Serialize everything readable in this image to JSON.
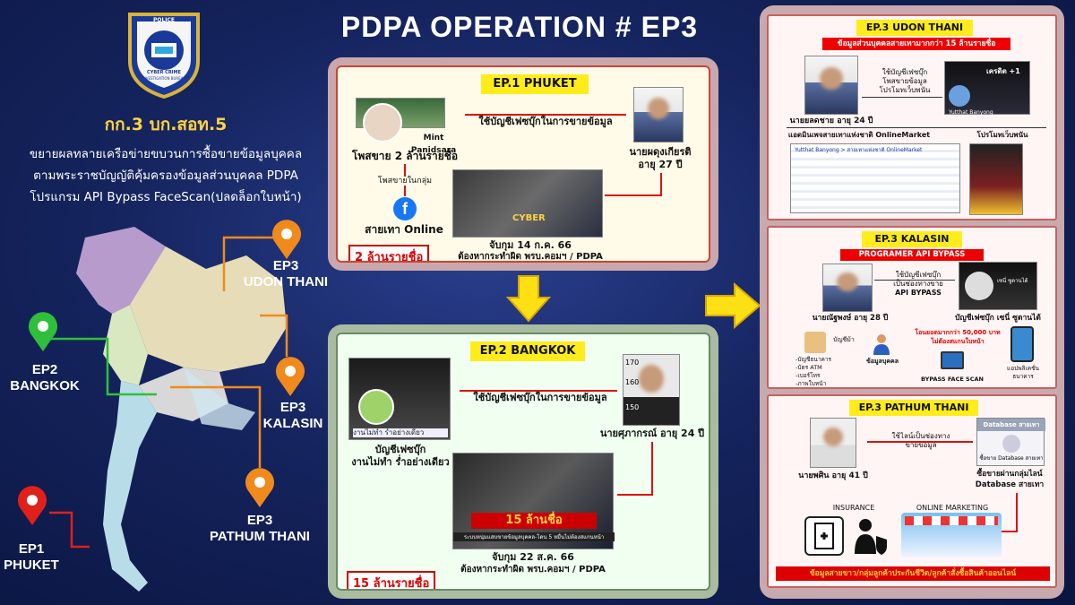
{
  "title": "PDPA OPERATION # EP3",
  "logo": {
    "text_top": "POLICE",
    "text_mid": "CYBER CRIME",
    "text_bot": "INVESTIGATION BUREAU"
  },
  "unit": "กก.3 บก.สอท.5",
  "description": [
    "ขยายผลทลายเครือข่ายขบวนการซื้อขายข้อมูลบุคคล",
    "ตามพระราชบัญญัติคุ้มครองข้อมูลส่วนบุคคล  PDPA",
    "โปรแกรม API Bypass FaceScan(ปลดล็อกใบหน้า)"
  ],
  "map_pins": {
    "ep3_udon": {
      "line1": "EP3",
      "line2": "UDON THANI",
      "color": "#f08a1c"
    },
    "ep2_bkk": {
      "line1": "EP2",
      "line2": "BANGKOK",
      "color": "#2fbf3a"
    },
    "ep3_kalasin": {
      "line1": "EP3",
      "line2": "KALASIN",
      "color": "#f08a1c"
    },
    "ep3_pathum": {
      "line1": "EP3",
      "line2": "PATHUM THANI",
      "color": "#f08a1c"
    },
    "ep1_phuket": {
      "line1": "EP1",
      "line2": "PHUKET",
      "color": "#e0201a"
    }
  },
  "ep1": {
    "heading": "EP.1  PHUKET",
    "victim_name": "Mint Panidsara",
    "posts": "โพสขาย 2 ล้านรายชื่อ",
    "group_post": "โพสขายในกลุ่ม",
    "channel": "สายเทา Online",
    "arrow_text": "ใช้บัญชีเฟซบุ๊กในการขายข้อมูล",
    "suspect_name": "นายผดุงเกียรติ",
    "suspect_age": "อายุ 27 ปี",
    "arrest_date": "จับกุม 14 ก.ค. 66",
    "charge": "ต้องหากระทำผิด พรบ.คอมฯ / PDPA",
    "count_tag": "2 ล้านรายชื่อ",
    "cyber_label": "CYBER"
  },
  "ep2": {
    "heading": "EP.2  BANGKOK",
    "arrow_text": "ใช้บัญชีเฟซบุ๊กในการขายข้อมูล",
    "page_caption": "งานไม่ทำ ร่ำอย่างเดียว",
    "account_line1": "บัญชีเฟซบุ๊ก",
    "account_line2": "งานไม่ทำ ร่ำอย่างเดียว",
    "suspect": "นายศุภากรณ์  อายุ 24 ปี",
    "banner": "15 ล้านชื่อ",
    "banner_sub": "ระบบหนุ่มแสบขายข้อมูลบุคคล-โดน 5 หมื่นไม่ต้องสแกนหน้า",
    "arrest_date": "จับกุม 22 ส.ค. 66",
    "charge": "ต้องหากระทำผิด พรบ.คอมฯ / PDPA",
    "count_tag": "15 ล้านรายชื่อ",
    "ruler_top": "170",
    "ruler_mid": "160",
    "ruler_bot": "150"
  },
  "ep3_udon": {
    "heading": "EP.3 UDON THANI",
    "banner": "ข้อมูลส่วนบุคคลสายเทามากกว่า 15 ล้านรายชื่อ",
    "arrow_text1": "ใช้บัญชีเฟซบุ๊ก",
    "arrow_text2": "โพสขายข้อมูล",
    "arrow_text3": "โปรโมทเว็บพนัน",
    "suspect": "นายยลดชาย  อายุ 24 ปี",
    "fb_name": "Yutthat Banyong",
    "credit_text": "เครดิต +1",
    "sub_left": "แอดมินเพจสายเทาแห่งชาติ OnlineMarket",
    "sub_right": "โปรโมทเว็บพนัน",
    "post_title": "Yutthat Banyong > สายเทาแห่งชาติ OnlineMarket"
  },
  "ep3_kalasin": {
    "heading": "EP.3 KALASIN",
    "banner": "PROGRAMER API BYPASS",
    "arrow_text1": "ใช้บัญชีเฟซบุ๊ก",
    "arrow_text2": "เป็นช่องทางขาย",
    "arrow_text3": "API BYPASS",
    "suspect": "นายณัฐพงษ์ อายุ 28 ปี",
    "account": "บัญชีเฟซบุ๊ก เซนี่ ซูดานได้",
    "account_short": "เซนี่ ซูดานได้",
    "list_label": "บัญชีม้า",
    "list1": "-บัญชีธนาคาร",
    "list2": "-บัตร ATM",
    "list3": "-เบอร์โทร",
    "list4": "-ภาพใบหน้า",
    "data_label": "ข้อมูลบุคคล",
    "transfer_red1": "โอนยอดมากกว่า 50,000 บาท",
    "transfer_red2": "ไม่ต้องสแกนใบหน้า",
    "facescan": "BYPASS FACE SCAN",
    "bank_app1": "แอปพลิเคชั่น",
    "bank_app2": "ธนาคาร"
  },
  "ep3_pathum": {
    "heading": "EP.3 PATHUM THANI",
    "arrow_text1": "ใช้ไลน์เป็นช่องทาง",
    "arrow_text2": "ขายข้อมูล",
    "suspect": "นายพศิน อายุ 41 ปี",
    "line_group_title": "Database สายเทา",
    "line_group_sub": "ซื้อขาย",
    "line_group_sub2": "Database สายเทา",
    "buy_line1": "ซื้อขายผ่านกลุ่มไลน์",
    "buy_line2": "Database สายเทา",
    "insurance": "INSURANCE",
    "online_marketing": "ONLINE MARKETING",
    "footer": "ข้อมูลสายขาว/กลุ่มลูกค้าประกันชีวิต/ลูกค้าสั่งซื้อสินค้าออนไลน์"
  }
}
